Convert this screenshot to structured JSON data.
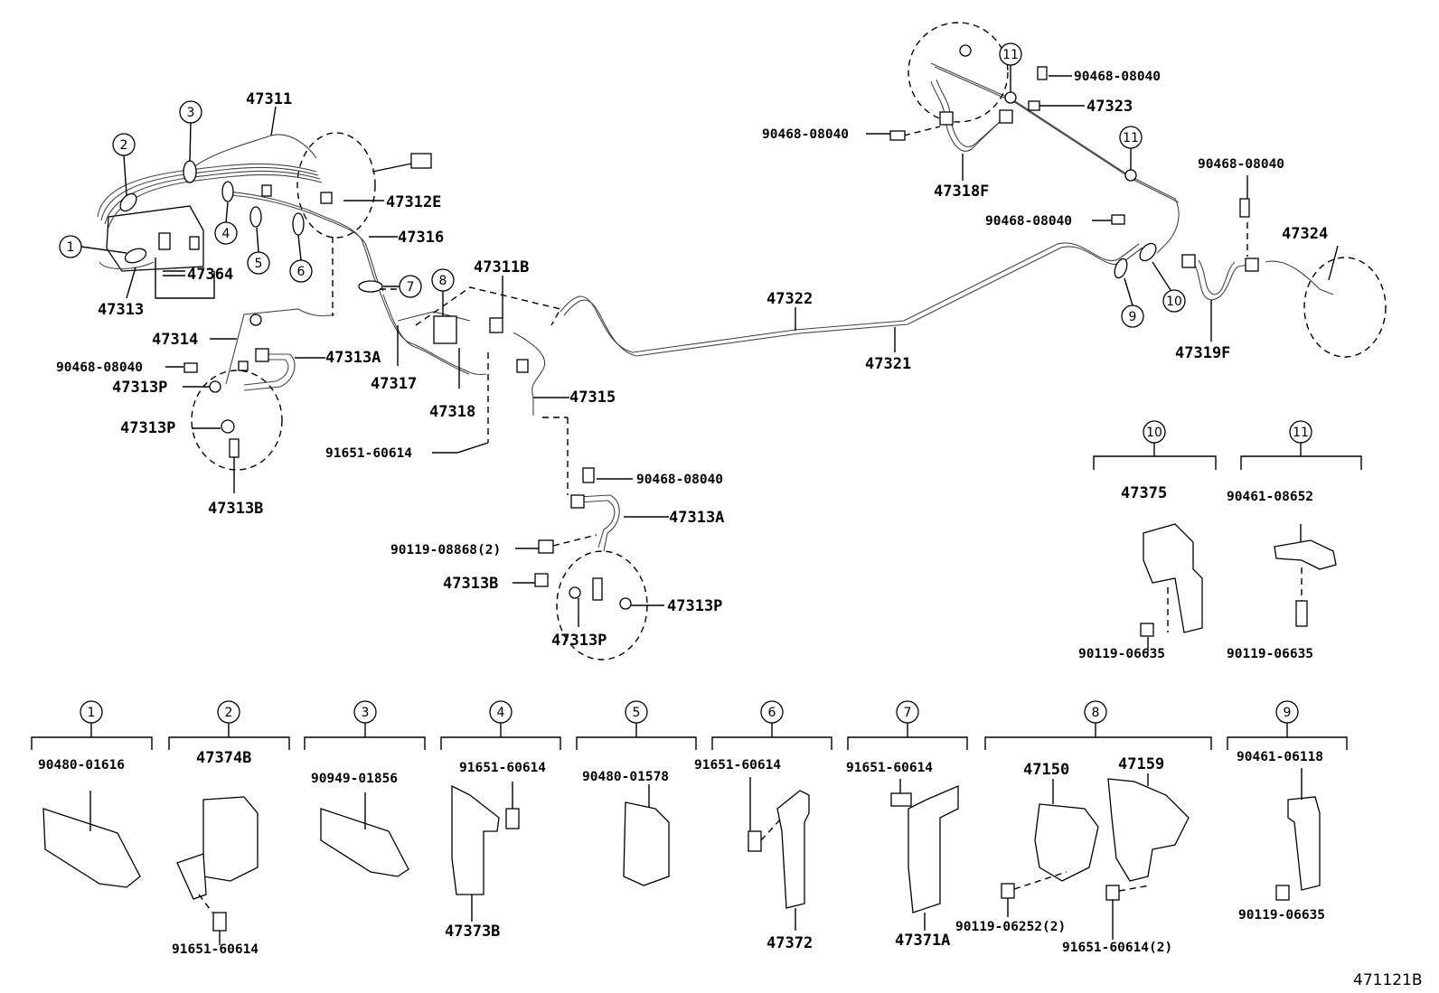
{
  "diagram_code": "471121B",
  "callouts": [
    "1",
    "2",
    "3",
    "4",
    "5",
    "6",
    "7",
    "8",
    "9",
    "10",
    "11"
  ],
  "labels": {
    "l47311": "47311",
    "l47312E": "47312E",
    "l47316": "47316",
    "l47364": "47364",
    "l47313": "47313",
    "l47314": "47314",
    "l47313A_1": "47313A",
    "l90468_1": "90468-08040",
    "l47313P_1": "47313P",
    "l47313P_2": "47313P",
    "l47313B_1": "47313B",
    "l47317": "47317",
    "l47318": "47318",
    "l47311B": "47311B",
    "l47315": "47315",
    "l91651_1": "91651-60614",
    "l90468_2": "90468-08040",
    "l47313A_2": "47313A",
    "l90119_1": "90119-08868(2)",
    "l47313B_2": "47313B",
    "l47313P_3": "47313P",
    "l47313P_4": "47313P",
    "l47322": "47322",
    "l47321": "47321",
    "l90468_3": "90468-08040",
    "l47323": "47323",
    "l90468_4": "90468-08040",
    "l47318F": "47318F",
    "l90468_5": "90468-08040",
    "l90468_6": "90468-08040",
    "l47324": "47324",
    "l47319F": "47319F",
    "l47375": "47375",
    "l90119_2": "90119-06635",
    "l90461_1": "90461-08652",
    "l90119_3": "90119-06635",
    "l90480_1": "90480-01616",
    "l47374B": "47374B",
    "l91651_2": "91651-60614",
    "l90949": "90949-01856",
    "l91651_3": "91651-60614",
    "l47373B": "47373B",
    "l90480_2": "90480-01578",
    "l91651_4": "91651-60614",
    "l47372": "47372",
    "l91651_5": "91651-60614",
    "l47371A": "47371A",
    "l47150": "47150",
    "l47159": "47159",
    "l90119_4": "90119-06252(2)",
    "l91651_6": "91651-60614(2)",
    "l90461_2": "90461-06118",
    "l90119_5": "90119-06635"
  }
}
